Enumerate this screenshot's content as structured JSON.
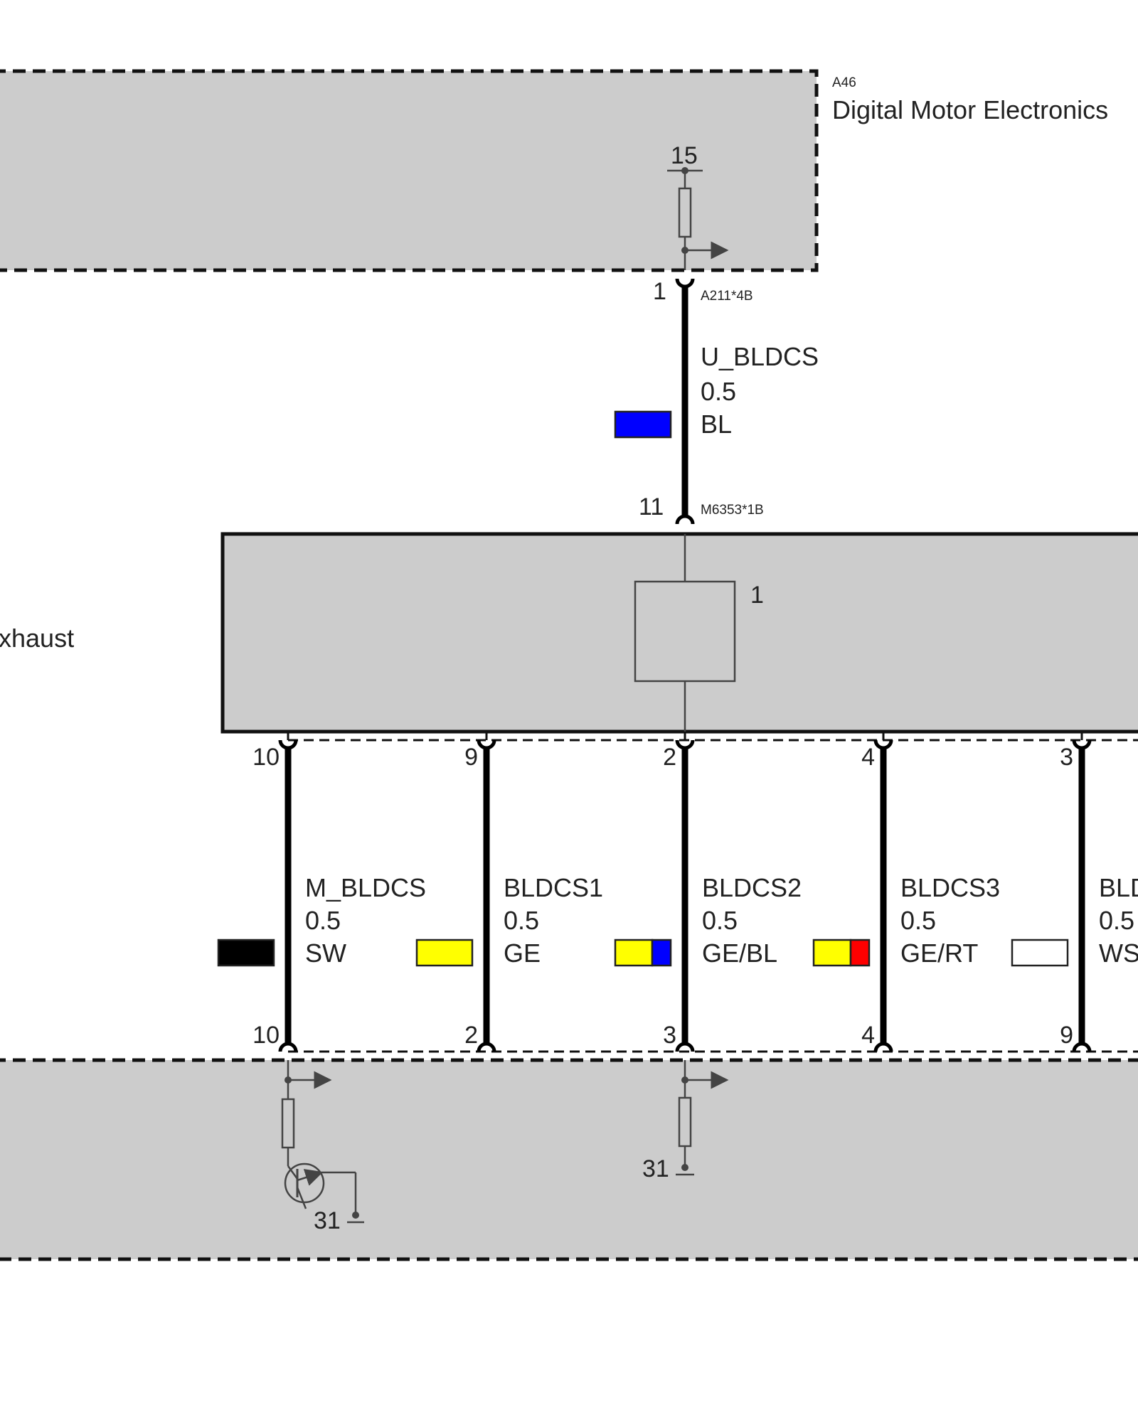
{
  "modules": {
    "dme": {
      "code": "A46",
      "name": "Digital Motor Electronics"
    },
    "middle": {
      "name_fragment": "xhaust",
      "internal_component": "1"
    }
  },
  "top_wire": {
    "upper_pin": "1",
    "upper_connector": "A211*4B",
    "lower_pin": "11",
    "lower_connector": "M6353*1B",
    "signal": "U_BLDCS",
    "gauge": "0.5",
    "color_code": "BL",
    "colors": [
      "#0000ff"
    ]
  },
  "terminals": {
    "dme_supply": "15",
    "ground_left": "31",
    "ground_right": "31"
  },
  "bottom_wires": [
    {
      "top_pin": "10",
      "bottom_pin": "10",
      "signal": "M_BLDCS",
      "gauge": "0.5",
      "color_code": "SW",
      "colors": [
        "#000000"
      ]
    },
    {
      "top_pin": "9",
      "bottom_pin": "2",
      "signal": "BLDCS1",
      "gauge": "0.5",
      "color_code": "GE",
      "colors": [
        "#ffff00"
      ]
    },
    {
      "top_pin": "2",
      "bottom_pin": "3",
      "signal": "BLDCS2",
      "gauge": "0.5",
      "color_code": "GE/BL",
      "colors": [
        "#ffff00",
        "#0000ff"
      ]
    },
    {
      "top_pin": "4",
      "bottom_pin": "4",
      "signal": "BLDCS3",
      "gauge": "0.5",
      "color_code": "GE/RT",
      "colors": [
        "#ffff00",
        "#ff0000"
      ]
    },
    {
      "top_pin": "3",
      "bottom_pin": "9",
      "signal": "BLD",
      "gauge": "0.5",
      "color_code": "WS",
      "colors": [
        "#ffffff"
      ]
    }
  ],
  "colors": {
    "module_fill": "#cccccc",
    "wire": "#000000",
    "symbol": "#444444"
  }
}
